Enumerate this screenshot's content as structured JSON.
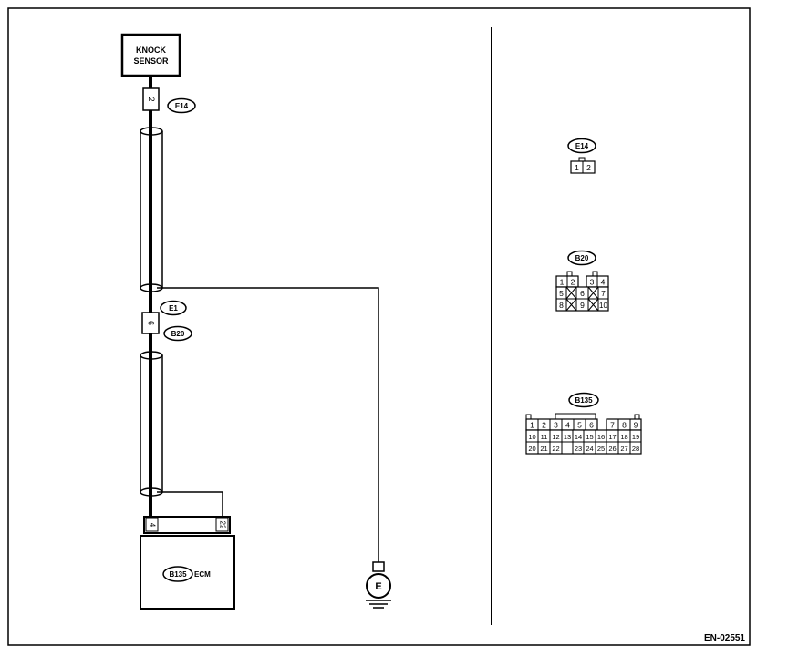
{
  "knock_sensor": {
    "line1": "KNOCK",
    "line2": "SENSOR"
  },
  "connectors": {
    "e14_tag": "E14",
    "e14_pin": "2",
    "e1_tag": "E1",
    "b20_tag": "B20",
    "b20_pin": "6",
    "b135_tag": "B135",
    "ecm_label": "ECM",
    "ecm_pin_left": "4",
    "ecm_pin_right": "22"
  },
  "ground": {
    "label": "E"
  },
  "legend": {
    "e14": {
      "tag": "E14",
      "pins": [
        "1",
        "2"
      ]
    },
    "b20": {
      "tag": "B20",
      "rows": [
        [
          "1",
          "2",
          "3",
          "4"
        ],
        [
          "5",
          "6",
          "7"
        ],
        [
          "8",
          "9",
          "10"
        ]
      ]
    },
    "b135": {
      "tag": "B135",
      "row1": [
        "1",
        "2",
        "3",
        "4",
        "5",
        "6",
        "7",
        "8",
        "9"
      ],
      "row2": [
        "10",
        "11",
        "12",
        "13",
        "14",
        "15",
        "16",
        "17",
        "18",
        "19"
      ],
      "row3": [
        "20",
        "21",
        "22",
        "23",
        "24",
        "25",
        "26",
        "27",
        "28"
      ]
    }
  },
  "diagram_code": "EN-02551"
}
